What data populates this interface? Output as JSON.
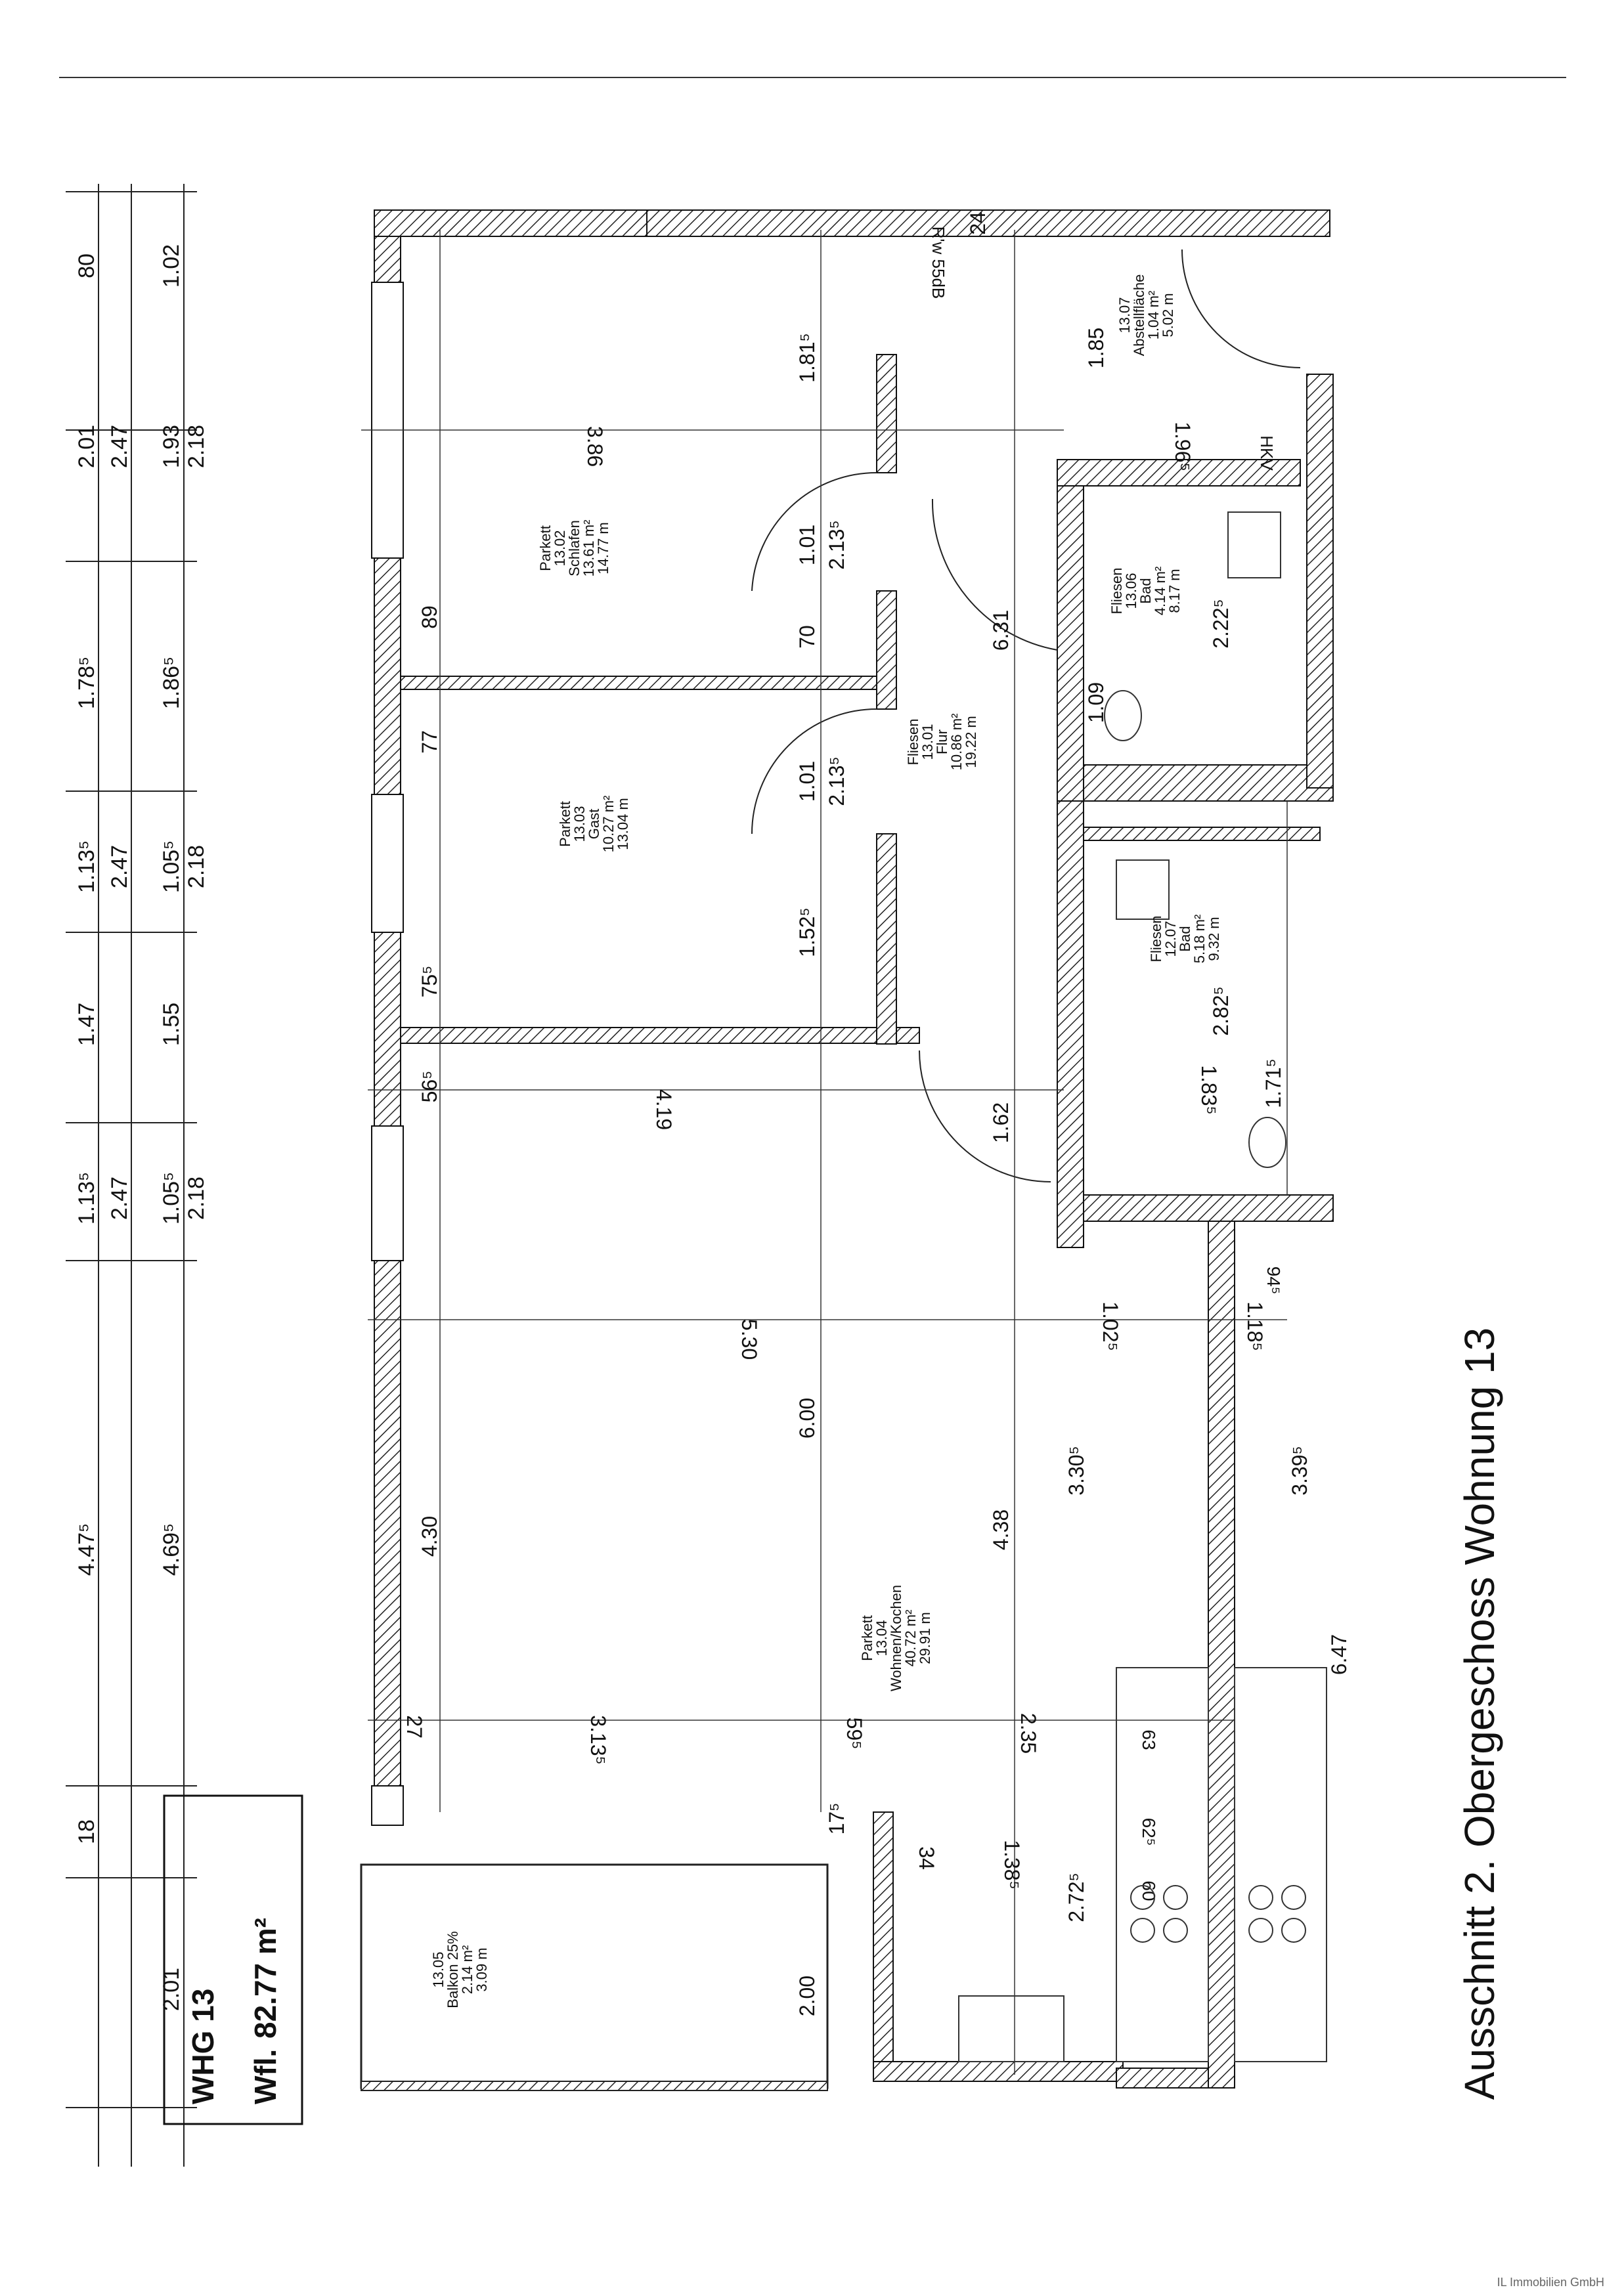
{
  "apartment": {
    "label": "WHG 13",
    "area_label": "Wfl.",
    "area": "82.77 m²"
  },
  "title": "Ausschnitt 2. Obergeschoss Wohnung 13",
  "footer": "IL Immobilien GmbH",
  "dims_top": {
    "r1": [
      "80",
      "2.01",
      "1.78⁵",
      "1.13⁵",
      "1.47",
      "1.13⁵",
      "4.47⁵",
      "18"
    ],
    "r2": [
      "2.47",
      "2.47",
      "2.47"
    ],
    "r3": [
      "1.02",
      "1.93",
      "1.86⁵",
      "1.05⁵",
      "1.55",
      "1.05⁵",
      "4.69⁵",
      "2.01"
    ],
    "r4": [
      "2.18",
      "2.18",
      "2.18"
    ]
  },
  "rooms": [
    {
      "floor": "Parkett",
      "no": "13.02",
      "name": "Schlafen",
      "a1": "13.61 m²",
      "a2": "14.77 m"
    },
    {
      "floor": "Parkett",
      "no": "13.03",
      "name": "Gast",
      "a1": "10.27 m²",
      "a2": "13.04 m"
    },
    {
      "floor": "Parkett",
      "no": "13.04",
      "name": "Wohnen/Kochen",
      "a1": "40.72 m²",
      "a2": "29.91 m"
    },
    {
      "floor": "",
      "no": "13.05",
      "name": "Balkon 25%",
      "a1": "2.14 m²",
      "a2": "3.09 m"
    },
    {
      "floor": "Fliesen",
      "no": "13.01",
      "name": "Flur",
      "a1": "10.86 m²",
      "a2": "19.22 m"
    },
    {
      "floor": "Fliesen",
      "no": "13.06",
      "name": "Bad",
      "a1": "4.14 m²",
      "a2": "8.17 m"
    },
    {
      "floor": "Fliesen",
      "no": "12.07",
      "name": "Bad",
      "a1": "5.18 m²",
      "a2": "9.32 m"
    },
    {
      "floor": "",
      "no": "13.07",
      "name": "Abstellfläche",
      "a1": "1.04 m²",
      "a2": "5.02 m"
    }
  ],
  "dims": [
    "3.86",
    "4.19",
    "5.30",
    "3.13⁵",
    "6.00",
    "4.38",
    "1.81⁵",
    "1.01",
    "2.13⁵",
    "70",
    "1.52⁵",
    "2.00",
    "1.62",
    "6.31",
    "89",
    "77",
    "75⁵",
    "56⁵",
    "4.30",
    "1.85",
    "1.96⁵",
    "1.09",
    "2.22⁵",
    "2.82⁵",
    "1.83⁵",
    "1.71⁵",
    "1.02⁵",
    "1.18⁵",
    "3.30⁵",
    "3.39⁵",
    "6.47",
    "2.35",
    "59⁵",
    "1.38⁵",
    "2.72⁵",
    "34",
    "17⁵",
    "27",
    "24",
    "R'w 55dB",
    "HKV",
    "63",
    "62⁵",
    "60",
    "94⁵"
  ]
}
